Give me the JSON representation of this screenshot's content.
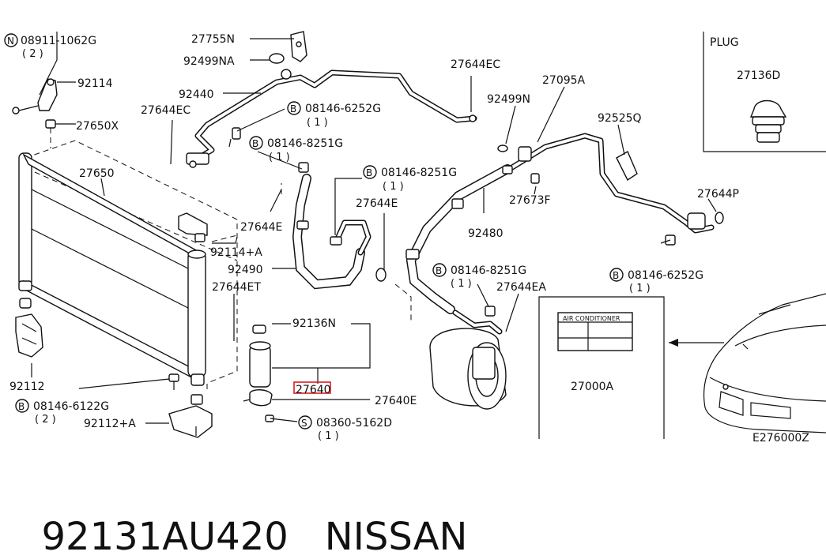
{
  "labels": {
    "l_08911": "08911-1062G",
    "l_08911_q": "( 2 )",
    "l_92114": "92114",
    "l_27650x": "27650X",
    "l_27650": "27650",
    "l_27644ec_l": "27644EC",
    "l_27755n": "27755N",
    "l_92499na": "92499NA",
    "l_92440": "92440",
    "l_08146_6252g_a": "08146-6252G",
    "l_08146_6252g_a_q": "( 1 )",
    "l_08146_8251g_a": "08146-8251G",
    "l_08146_8251g_a_q": "( 1 )",
    "l_27644e_a": "27644E",
    "l_92114a": "92114+A",
    "l_92490": "92490",
    "l_27644et": "27644ET",
    "l_92112": "92112",
    "l_08146_6122g": "08146-6122G",
    "l_08146_6122g_q": "( 2 )",
    "l_92112a": "92112+A",
    "l_92136n": "92136N",
    "l_27640": "27640",
    "l_27640e": "27640E",
    "l_08360": "08360-5162D",
    "l_08360_q": "( 1 )",
    "l_08146_8251g_b": "08146-8251G",
    "l_08146_8251g_b_q": "( 1 )",
    "l_27644e_b": "27644E",
    "l_27644ec_r": "27644EC",
    "l_92499n": "92499N",
    "l_27095a": "27095A",
    "l_92525q": "92525Q",
    "l_27673f": "27673F",
    "l_92480": "92480",
    "l_27644p": "27644P",
    "l_08146_8251g_c": "08146-8251G",
    "l_08146_8251g_c_q": "( 1 )",
    "l_27644ea": "27644EA",
    "l_08146_6252g_b": "08146-6252G",
    "l_08146_6252g_b_q": "( 1 )",
    "l_27000a": "27000A",
    "l_e276000z": "E276000Z",
    "l_plug": "PLUG",
    "l_27136d": "27136D",
    "l_air_conditioner": "AIR CONDITIONER"
  },
  "symbols": {
    "n": "N",
    "b": "B",
    "s": "S"
  },
  "footer": {
    "part_number": "92131AU420",
    "brand": "NISSAN"
  },
  "colors": {
    "highlight_box": "#e0191e",
    "ink": "#111111"
  }
}
